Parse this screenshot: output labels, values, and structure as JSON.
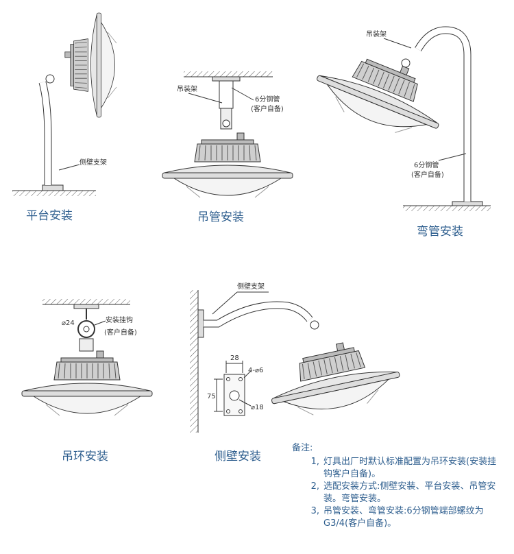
{
  "captions": {
    "platform": "平台安装",
    "pipe_hang": "吊管安装",
    "curved_pipe": "弯管安装",
    "ring_hang": "吊环安装",
    "side_wall": "侧壁安装"
  },
  "labels": {
    "side_bracket_1": "侧壁支架",
    "hang_bracket_1": "吊装架",
    "pipe_1": "6分钢管",
    "self_prepared_1": "(客户自备)",
    "hang_bracket_2": "吊装架",
    "pipe_2": "6分钢管",
    "self_prepared_2": "(客户自备)",
    "dia24": "⌀24",
    "hook": "安装挂钩",
    "self_prepared_3": "(客户自备)",
    "side_bracket_2": "侧壁支架",
    "dim_28": "28",
    "dim_holes": "4-⌀6",
    "dim_75": "75",
    "dim_18": "⌀18"
  },
  "notes": {
    "title": "备注:",
    "items": [
      {
        "num": "1,",
        "text": "灯具出厂时默认标准配置为吊环安装(安装挂钩客户自备)。"
      },
      {
        "num": "2,",
        "text": "选配安装方式:侧壁安装、平台安装、吊管安装。弯管安装。"
      },
      {
        "num": "3,",
        "text": "吊管安装、弯管安装:6分钢管端部螺纹为G3/4(客户自备)。"
      }
    ]
  }
}
